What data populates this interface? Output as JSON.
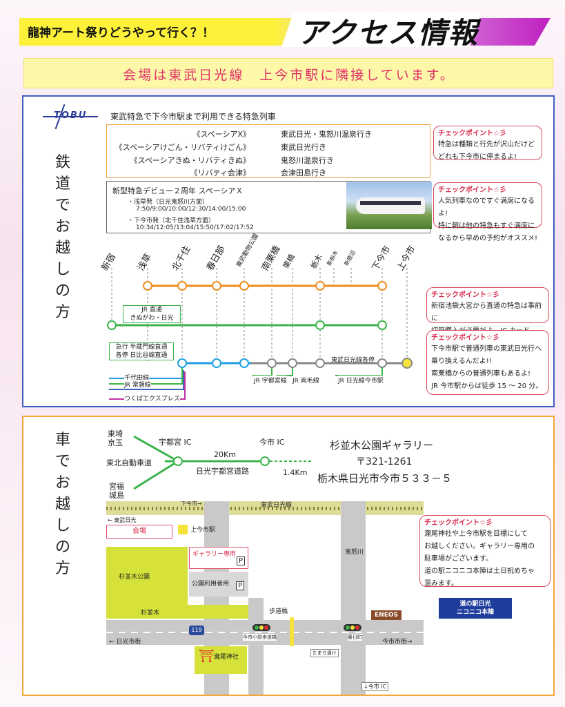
{
  "header": {
    "lead": "龍神アート祭りどうやって行く？！",
    "title": "アクセス情報",
    "banner": "会場は東武日光線　上今市駅に隣接しています。"
  },
  "rail": {
    "title": "鉄道でお越しの方",
    "logo": "TOBU",
    "express_heading": "東武特急で下今市駅まで利用できる特急列車",
    "express": [
      {
        "name": "《スペーシアX》",
        "dest": "東武日光・鬼怒川温泉行き"
      },
      {
        "name": "《スペーシアけごん・リバティけごん》",
        "dest": "東武日光行き"
      },
      {
        "name": "《スペーシアきぬ・リバティきぬ》",
        "dest": "鬼怒川温泉行き"
      },
      {
        "name": "《リバティ会津》",
        "dest": "会津田島行き"
      }
    ],
    "newtrain": {
      "heading": "新型特急デビュー２周年 スペーシアＸ",
      "dep1": "・浅草発（日光鬼怒川方面）",
      "times1": "7:50/9:00/10:00/12:30/14:00/15:00",
      "dep2": "・下今市発（北千住浅草方面）",
      "times2": "10:34/12:05/13:04/15:50/17:02/17:52"
    },
    "checkpoints": [
      {
        "head": "チェックポイント☆彡",
        "body": "特急は種類と行先が沢山だけど\nどれも下今市に停まるよ!"
      },
      {
        "head": "チェックポイント☆彡",
        "body": "人気列車なのですぐ満席になるよ!\n特に朝は他の特急もすぐ満席に\nなるから早めの予約がオススメ!"
      },
      {
        "head": "チェックポイント☆彡",
        "body": "新宿池袋大宮から直通の特急は事前に\n切符購入が必要だよ。IC カード NG。"
      },
      {
        "head": "チェックポイント☆彡",
        "body": "下今市駅で普通列車の東武日光行へ\n乗り換えるんだよ!!\n南栗橋からの普通列車もあるよ!\nJR 今市駅からは徒歩 15 ～ 20 分。"
      }
    ],
    "stations": [
      "新宿",
      "浅草",
      "北千住",
      "春日部",
      "東武動物公園",
      "南栗橋",
      "栗橋",
      "栃木",
      "新栃木",
      "新鹿沼",
      "下今市",
      "上今市"
    ],
    "labels": {
      "jr_direct": "JR 直通\nきぬがわ・日光",
      "subway": "急行 半蔵門線直通\n各停 日比谷線直通",
      "chiyoda": "千代田線",
      "joban": "JR 常磐線",
      "tx": "つくばエクスプレス",
      "utsunomiya": "JR 宇都宮線",
      "ryomo": "JR 両毛線",
      "jr_nikko": "JR 日光線今市駅",
      "local": "東武日光線各停"
    },
    "colors": {
      "orange": "#f08c1e",
      "green": "#3cb34a",
      "blue": "#1ea0e0",
      "gray": "#888888"
    }
  },
  "car": {
    "title": "車でお越しの方",
    "roads": {
      "tochigi_ibaraki": "東埼\n京玉",
      "tohoku": "東北自動車道",
      "miyagi_fukushima": "宮福\n城島",
      "utsunomiya_ic": "宇都宮 IC",
      "imaichi_ic": "今市 IC",
      "distance1": "20Km",
      "distance2": "1.4Km",
      "nikko_utsunomiya": "日光宇都宮道路"
    },
    "venue": {
      "name": "杉並木公園ギャラリー",
      "postal": "〒321-1261",
      "address": "栃木県日光市今市５３３－５"
    },
    "map": {
      "shimoimaichi": "下今市→",
      "tobu_nikko_line": "東武日光線",
      "to_tobu_nikko": "← 東武日光",
      "kaijo": "会場",
      "kamiimaichi": "上今市駅",
      "gallery_parking": "ギャラリー専用",
      "park_parking": "公園利用者用",
      "p": "P",
      "park": "杉並木公園",
      "suginamiki": "杉並木",
      "kinugawa": "鬼怒川",
      "hodokyo": "歩道橋",
      "eneos": "ENEOS",
      "michinoeki": "道の駅日光\nニコニコ本陣",
      "route": "119",
      "nikko_kaido": "← 日光市街",
      "imaichi_kaido": "今市市街→",
      "signal1": "今市小前歩道橋",
      "signal2": "春日町",
      "tamari": "たまり漬け",
      "takio": "瀧尾神社",
      "to_imaichi_ic": "↓今市 IC"
    },
    "checkpoint": {
      "head": "チェックポイント☆彡",
      "body": "瀧尾神社や上今市駅を目標にして\nお越しください。ギャラリー専用の\n駐車場がございます。\n道の駅ニコニコ本陣は土日祝めちゃ\n混みます。"
    }
  }
}
